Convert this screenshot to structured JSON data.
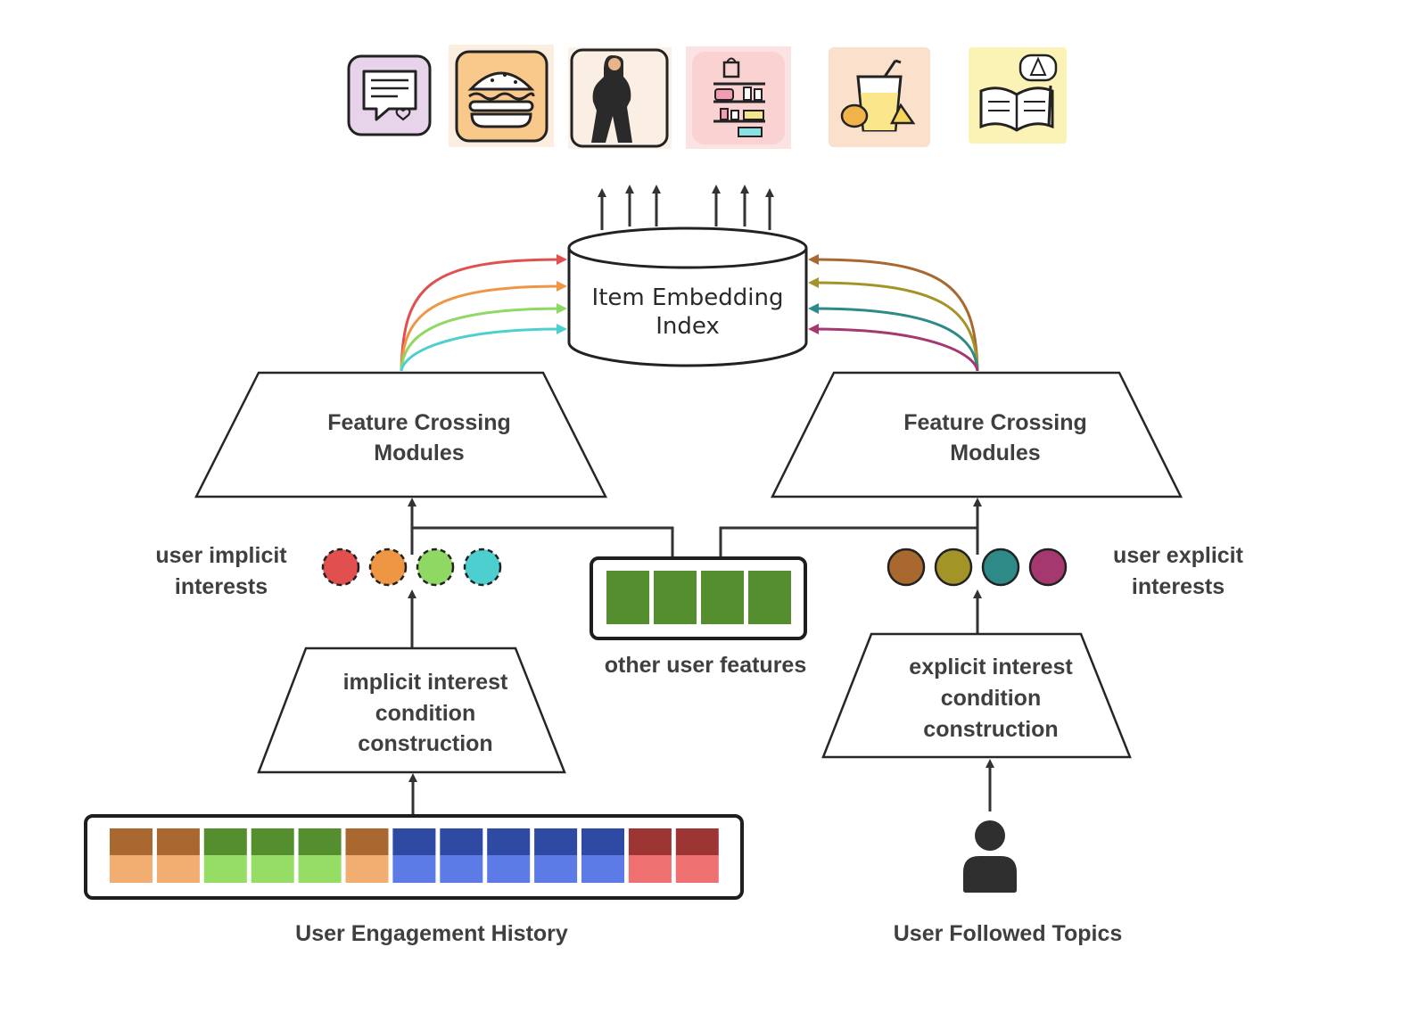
{
  "database": {
    "line1": "Item Embedding",
    "line2": "Index"
  },
  "left_crossing": {
    "line1": "Feature Crossing",
    "line2": "Modules"
  },
  "right_crossing": {
    "line1": "Feature Crossing",
    "line2": "Modules"
  },
  "implicit_module": {
    "line1": "implicit interest",
    "line2": "condition",
    "line3": "construction"
  },
  "explicit_module": {
    "line1": "explicit interest",
    "line2": "condition",
    "line3": "construction"
  },
  "labels": {
    "user_implicit_1": "user implicit",
    "user_implicit_2": "interests",
    "user_explicit_1": "user explicit",
    "user_explicit_2": "interests",
    "other_user_features": "other user features",
    "engagement_history": "User Engagement History",
    "followed_topics": "User Followed Topics"
  },
  "icons": [
    {
      "name": "review-chat-icon",
      "bg": "#e8d4ea"
    },
    {
      "name": "burger-icon",
      "bg": "#f8c98a"
    },
    {
      "name": "fashion-person-icon",
      "bg": "#fbeee2"
    },
    {
      "name": "shop-shelf-icon",
      "bg": "#fbd2d2"
    },
    {
      "name": "juice-fruit-icon",
      "bg": "#fbe0cc"
    },
    {
      "name": "book-reading-icon",
      "bg": "#fbf3b6"
    }
  ],
  "implicit_interest_colors": [
    "#e14f4f",
    "#ee9644",
    "#8fd863",
    "#4ecfcf"
  ],
  "explicit_interest_colors": [
    "#a8682f",
    "#a39428",
    "#2e8a87",
    "#a4386f"
  ],
  "left_curve_colors": [
    "#e14f4f",
    "#ee9644",
    "#8fd863",
    "#4ecfcf"
  ],
  "right_curve_colors": [
    "#a8682f",
    "#a39428",
    "#2e8a87",
    "#a4386f"
  ],
  "other_features_color": "#548e2e",
  "engagement_cells": [
    {
      "top": "#a8682f",
      "bottom": "#f2ad70"
    },
    {
      "top": "#a8682f",
      "bottom": "#f2ad70"
    },
    {
      "top": "#548e2e",
      "bottom": "#96dd66"
    },
    {
      "top": "#548e2e",
      "bottom": "#96dd66"
    },
    {
      "top": "#548e2e",
      "bottom": "#96dd66"
    },
    {
      "top": "#a8682f",
      "bottom": "#f2ad70"
    },
    {
      "top": "#2f4aa2",
      "bottom": "#5c7be6"
    },
    {
      "top": "#2f4aa2",
      "bottom": "#5c7be6"
    },
    {
      "top": "#2f4aa2",
      "bottom": "#5c7be6"
    },
    {
      "top": "#2f4aa2",
      "bottom": "#5c7be6"
    },
    {
      "top": "#2f4aa2",
      "bottom": "#5c7be6"
    },
    {
      "top": "#9e3535",
      "bottom": "#ef7070"
    },
    {
      "top": "#9e3535",
      "bottom": "#ef7070"
    }
  ]
}
